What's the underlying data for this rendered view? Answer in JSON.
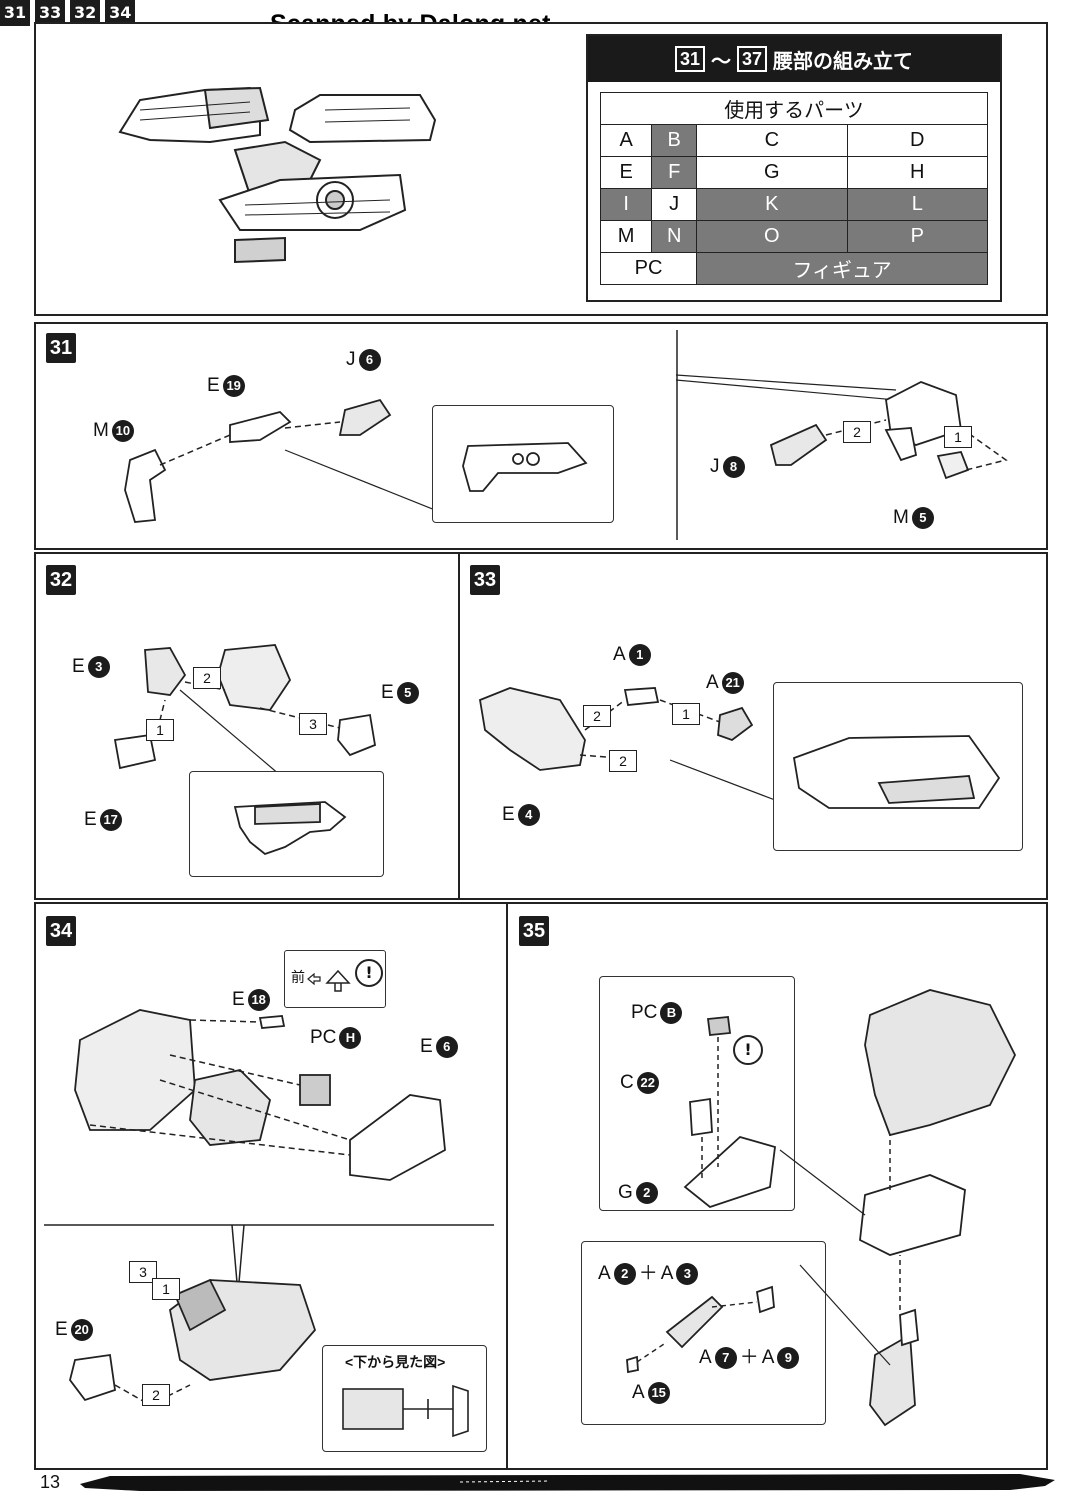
{
  "watermark": "Scanned by Dalong.net",
  "page_number": "13",
  "parts_box": {
    "range_start": "31",
    "range_sep": "～",
    "range_end": "37",
    "title": "腰部の組み立て",
    "subheader": "使用するパーツ",
    "rows": [
      [
        {
          "t": "A",
          "used": false
        },
        {
          "t": "B",
          "used": true
        },
        {
          "t": "C",
          "used": false
        },
        {
          "t": "D",
          "used": false
        }
      ],
      [
        {
          "t": "E",
          "used": false
        },
        {
          "t": "F",
          "used": true
        },
        {
          "t": "G",
          "used": false
        },
        {
          "t": "H",
          "used": false
        }
      ],
      [
        {
          "t": "I",
          "used": true
        },
        {
          "t": "J",
          "used": false
        },
        {
          "t": "K",
          "used": true
        },
        {
          "t": "L",
          "used": true
        }
      ],
      [
        {
          "t": "M",
          "used": false
        },
        {
          "t": "N",
          "used": true
        },
        {
          "t": "O",
          "used": true
        },
        {
          "t": "P",
          "used": true
        }
      ]
    ],
    "last_row": [
      {
        "t": "PC",
        "used": false
      },
      {
        "t": "フィギュア",
        "used": true
      }
    ]
  },
  "steps": {
    "s31": {
      "num": "31",
      "labels": [
        {
          "letter": "M",
          "n": "10"
        },
        {
          "letter": "E",
          "n": "19"
        },
        {
          "letter": "J",
          "n": "6"
        },
        {
          "letter": "J",
          "n": "8"
        },
        {
          "letter": "M",
          "n": "5"
        }
      ],
      "order": [
        "2",
        "1"
      ]
    },
    "s32": {
      "num": "32",
      "ref": "31",
      "labels": [
        {
          "letter": "E",
          "n": "3"
        },
        {
          "letter": "E",
          "n": "5"
        },
        {
          "letter": "E",
          "n": "17"
        }
      ],
      "order": [
        "2",
        "3",
        "1"
      ]
    },
    "s33": {
      "num": "33",
      "labels": [
        {
          "letter": "A",
          "n": "1"
        },
        {
          "letter": "A",
          "n": "21"
        },
        {
          "letter": "E",
          "n": "4"
        }
      ],
      "order": [
        "2",
        "1",
        "2"
      ]
    },
    "s34": {
      "num": "34",
      "ref_a": "33",
      "ref_b": "32",
      "labels": [
        {
          "letter": "E",
          "n": "18"
        },
        {
          "letter": "PC",
          "n": "H"
        },
        {
          "letter": "E",
          "n": "6"
        },
        {
          "letter": "E",
          "n": "20"
        }
      ],
      "front_label": "前",
      "warn_mark": "!",
      "order": [
        "3",
        "1",
        "2"
      ],
      "bottom_view": "<下から見た図>"
    },
    "s35": {
      "num": "35",
      "ref": "34",
      "labels": [
        {
          "letter": "PC",
          "n": "B"
        },
        {
          "letter": "C",
          "n": "22"
        },
        {
          "letter": "G",
          "n": "2"
        },
        {
          "letter": "A",
          "n": "15"
        }
      ],
      "combo_top": {
        "a_letter": "A",
        "a_n": "2",
        "plus": "＋",
        "b_letter": "A",
        "b_n": "3"
      },
      "combo_bottom": {
        "a_letter": "A",
        "a_n": "7",
        "plus": "＋",
        "b_letter": "A",
        "b_n": "9"
      },
      "warn_mark": "!"
    }
  }
}
